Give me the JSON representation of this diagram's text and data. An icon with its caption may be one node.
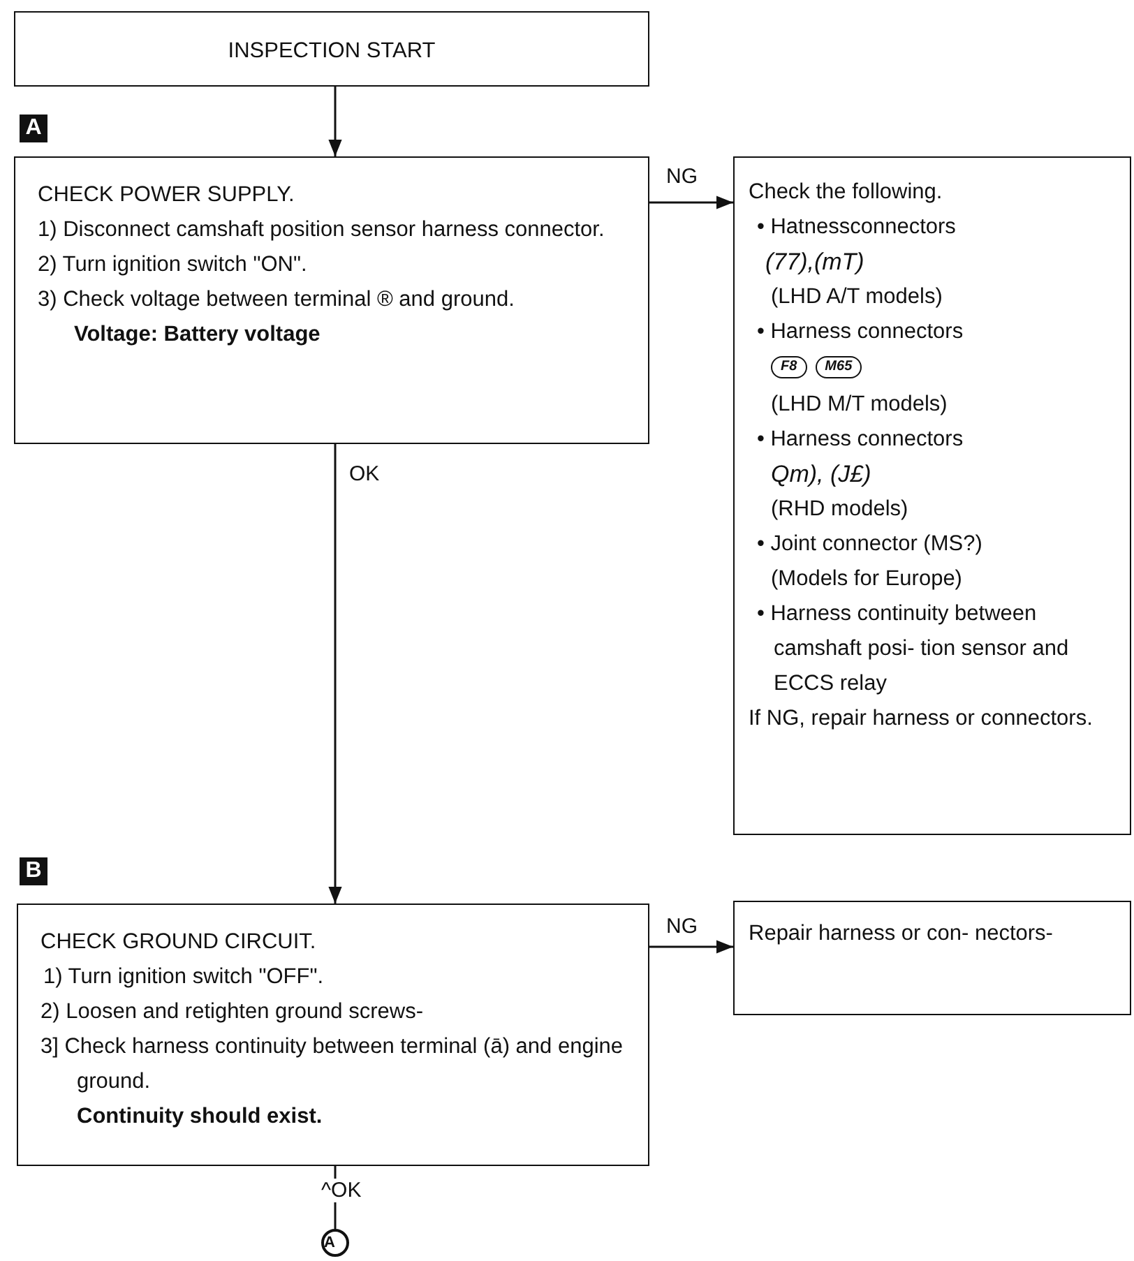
{
  "diagram": {
    "nodes": [
      {
        "text": [
          "INSPECTION START"
        ]
      },
      {
        "text": [
          "CHECK POWER SUPPLY.",
          "1) Disconnect camshaft position sensor harness connector.",
          "2) Turn ignition switch \"ON\".",
          "3) Check voltage between terminal ® and ground.",
          "Voltage: Battery voltage"
        ]
      },
      {
        "text": [
          "Check the following.",
          "• Hatnessconnectors",
          "(77),(mT)",
          "(LHD A/T models)",
          "• Harness connectors",
          "F8",
          "M65",
          "(LHD M/T models)",
          "• Harness connectors",
          "Qm), (J£)",
          "(RHD models)",
          "• Joint connector (MS?)",
          "(Models for Europe)",
          "• Harness continuity between camshaft posi- tion sensor and ECCS relay",
          "If NG, repair harness or connectors."
        ]
      },
      {
        "text": [
          "CHECK GROUND CIRCUIT.",
          "1) Turn ignition switch \"OFF\".",
          "2) Loosen and retighten ground screws-",
          "3] Check harness continuity between terminal (ā) and engine ground.",
          "Continuity should exist."
        ]
      },
      {
        "text": [
          "Repair harness or con- nectors-"
        ]
      },
      {
        "text": [
          "A"
        ]
      }
    ],
    "edges": [
      {
        "from": 0,
        "to": 1,
        "arrow": "to"
      },
      {
        "from": 1,
        "to": 2,
        "arrow": "to",
        "label": "NG"
      },
      {
        "from": 1,
        "to": 3,
        "arrow": "to",
        "label": "OK"
      },
      {
        "from": 3,
        "to": 4,
        "arrow": "to",
        "label": "NG"
      },
      {
        "from": 3,
        "to": 5,
        "arrow": "none",
        "label": "^OK"
      }
    ],
    "labels": [
      "A",
      "B"
    ]
  }
}
